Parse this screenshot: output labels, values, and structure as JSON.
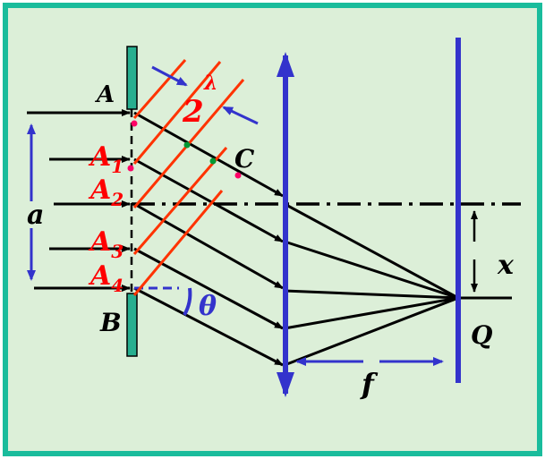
{
  "colors": {
    "background": "#DCEFD8",
    "border": "#1ABC9C",
    "slit": "#27AE8F",
    "ray": "#000000",
    "wavefront": "#FF3300",
    "lens_screen": "#3333CC",
    "dot_red": "#FF0066",
    "dot_green": "#009933"
  },
  "labels": {
    "A": "A",
    "A1_main": "A",
    "A1_sub": "1",
    "A2_main": "A",
    "A2_sub": "2",
    "A3_main": "A",
    "A3_sub": "3",
    "A4_main": "A",
    "A4_sub": "4",
    "B": "B",
    "C": "C",
    "a": "a",
    "theta": "θ",
    "x": "x",
    "f": "f",
    "Q": "Q",
    "half_lambda_top": "λ",
    "half_lambda_two": "2"
  }
}
